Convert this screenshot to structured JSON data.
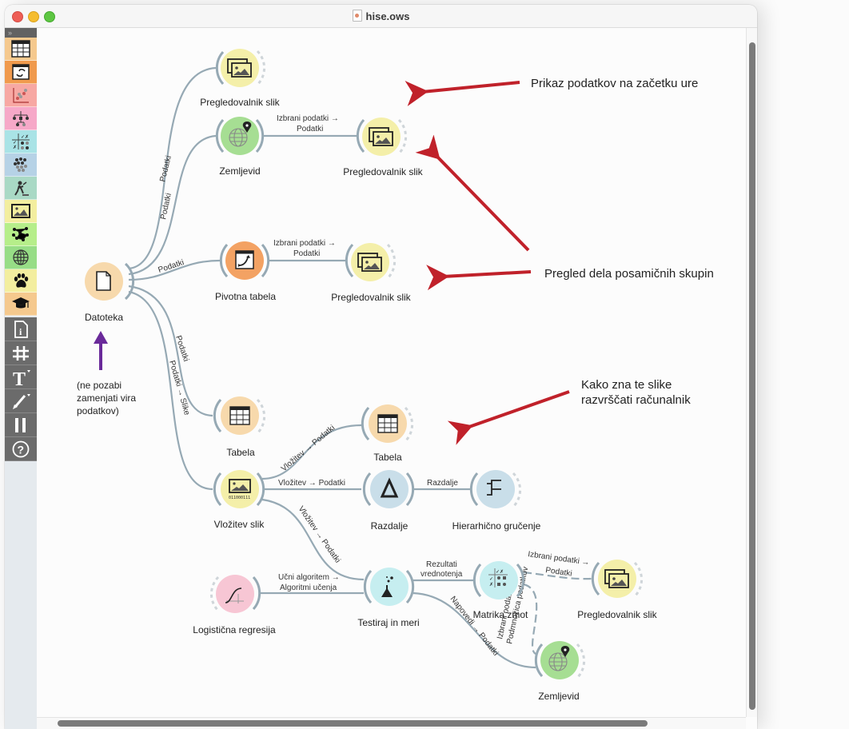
{
  "window": {
    "title": "hise.ows",
    "controls": [
      "close",
      "minimize",
      "zoom"
    ]
  },
  "toolbox": {
    "collapse_label": "»",
    "categories": [
      {
        "name": "data",
        "icon": "table-icon",
        "color": "#f5c98e"
      },
      {
        "name": "transform",
        "icon": "transform-icon",
        "color": "#f09a4d"
      },
      {
        "name": "visualize",
        "icon": "scatter-plot-icon",
        "color": "#f7a8a3"
      },
      {
        "name": "model",
        "icon": "tree-icon",
        "color": "#f6a8c8"
      },
      {
        "name": "evaluate",
        "icon": "confusion-matrix-icon",
        "color": "#a9e3e6"
      },
      {
        "name": "unsupervised",
        "icon": "clusters-icon",
        "color": "#b6d2e6"
      },
      {
        "name": "educational",
        "icon": "miner-icon",
        "color": "#a9d9c5"
      },
      {
        "name": "image-analytics",
        "icon": "image-icon",
        "color": "#f3ee9f"
      },
      {
        "name": "network",
        "icon": "network-icon",
        "color": "#b6ee8a"
      },
      {
        "name": "geo",
        "icon": "globe-icon",
        "color": "#97dd86"
      },
      {
        "name": "single-cell",
        "icon": "paw-icon",
        "color": "#f3ee9f"
      },
      {
        "name": "education",
        "icon": "graduation-cap-icon",
        "color": "#f5c98e"
      }
    ],
    "tools": [
      {
        "name": "info",
        "icon": "info-icon"
      },
      {
        "name": "grid",
        "icon": "hash-icon"
      },
      {
        "name": "text-annotation",
        "icon": "text-icon"
      },
      {
        "name": "arrow-annotation",
        "icon": "arrow-pen-icon"
      },
      {
        "name": "pause",
        "icon": "pause-icon"
      },
      {
        "name": "help",
        "icon": "help-icon"
      }
    ]
  },
  "colors": {
    "link": "#96a9b4",
    "arrow_red": "#c0212a",
    "arrow_purple": "#6a2a9a",
    "data_orange": "#f7d9ac",
    "image_yellow": "#f4efa9",
    "geo_green": "#a6de93",
    "unsup_blue": "#c9dee9",
    "eval_cyan": "#c6eef0",
    "model_pink": "#f7c6d4",
    "transform_orange": "#f3a263"
  },
  "nodes": [
    {
      "id": "datoteka",
      "label": "Datoteka",
      "icon": "file-icon"
    },
    {
      "id": "pregl1",
      "label": "Pregledovalnik slik",
      "icon": "image-viewer-icon"
    },
    {
      "id": "zemljevid1",
      "label": "Zemljevid",
      "icon": "globe-pin-icon"
    },
    {
      "id": "pregl2",
      "label": "Pregledovalnik slik",
      "icon": "image-viewer-icon"
    },
    {
      "id": "pivot",
      "label": "Pivotna tabela",
      "icon": "pivot-icon"
    },
    {
      "id": "pregl3",
      "label": "Pregledovalnik slik",
      "icon": "image-viewer-icon"
    },
    {
      "id": "tabela1",
      "label": "Tabela",
      "icon": "table-icon"
    },
    {
      "id": "tabela2",
      "label": "Tabela",
      "icon": "table-icon"
    },
    {
      "id": "vlozitev",
      "label": "Vložitev slik",
      "icon": "image-embedding-icon"
    },
    {
      "id": "razdalje",
      "label": "Razdalje",
      "icon": "distance-icon"
    },
    {
      "id": "hier",
      "label": "Hierarhično gručenje",
      "icon": "dendrogram-icon"
    },
    {
      "id": "logreg",
      "label": "Logistična regresija",
      "icon": "sigmoid-icon"
    },
    {
      "id": "testiraj",
      "label": "Testiraj in meri",
      "icon": "flask-icon"
    },
    {
      "id": "matrika",
      "label": "Matrika zmot",
      "icon": "confusion-matrix-icon"
    },
    {
      "id": "pregl4",
      "label": "Pregledovalnik slik",
      "icon": "image-viewer-icon"
    },
    {
      "id": "zemljevid2",
      "label": "Zemljevid",
      "icon": "globe-pin-icon"
    }
  ],
  "links": [
    {
      "from": "datoteka",
      "to": "pregl1",
      "label": [
        "Podatki"
      ]
    },
    {
      "from": "datoteka",
      "to": "zemljevid1",
      "label": [
        "Podatki"
      ]
    },
    {
      "from": "zemljevid1",
      "to": "pregl2",
      "label": [
        "Izbrani podatki →",
        "Podatki"
      ]
    },
    {
      "from": "datoteka",
      "to": "pivot",
      "label": [
        "Podatki"
      ]
    },
    {
      "from": "pivot",
      "to": "pregl3",
      "label": [
        "Izbrani podatki →",
        "Podatki"
      ]
    },
    {
      "from": "datoteka",
      "to": "tabela1",
      "label": [
        "Podatki"
      ]
    },
    {
      "from": "datoteka",
      "to": "vlozitev",
      "label": [
        "Podatki → Slike"
      ]
    },
    {
      "from": "vlozitev",
      "to": "tabela2",
      "label": [
        "Vložitev → Podatki"
      ]
    },
    {
      "from": "vlozitev",
      "to": "razdalje",
      "label": [
        "Vložitev → Podatki"
      ]
    },
    {
      "from": "razdalje",
      "to": "hier",
      "label": [
        "Razdalje"
      ]
    },
    {
      "from": "vlozitev",
      "to": "testiraj",
      "label": [
        "Vložitev → Podatki"
      ]
    },
    {
      "from": "logreg",
      "to": "testiraj",
      "label": [
        "Učni algoritem →",
        "Algoritmi učenja"
      ]
    },
    {
      "from": "testiraj",
      "to": "matrika",
      "label": [
        "Rezultati",
        "vrednotenja"
      ]
    },
    {
      "from": "testiraj",
      "to": "zemljevid2",
      "label": [
        "Napovedi → Podatki"
      ]
    },
    {
      "from": "matrika",
      "to": "pregl4",
      "label": [
        "Izbrani podatki →",
        "Podatki"
      ],
      "dashed": true
    },
    {
      "from": "matrika",
      "to": "zemljevid2",
      "label": [
        "Izbrani podatki →",
        "Podmnožica podatkov"
      ],
      "dashed": true
    }
  ],
  "annotations": {
    "note1": "Prikaz podatkov na začetku ure",
    "note2": "Pregled dela posamičnih skupin",
    "note3": [
      "Kako zna te slike",
      "razvrščati računalnik"
    ],
    "note4": [
      "(ne pozabi",
      "zamenjati vira",
      "podatkov)"
    ]
  },
  "embedding_bits": "011000111"
}
